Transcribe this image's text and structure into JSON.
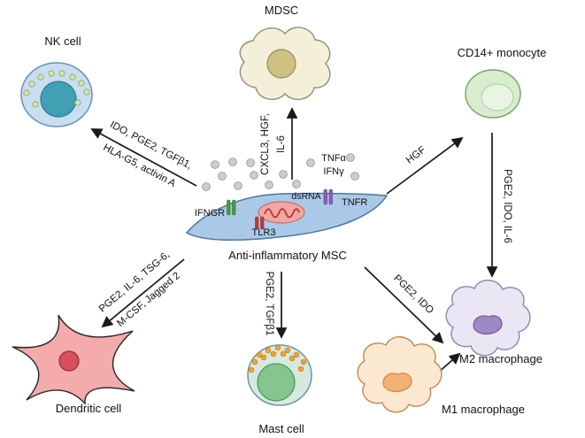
{
  "figure": {
    "cells": {
      "nk": "NK cell",
      "mdsc": "MDSC",
      "monocyte": "CD14+ monocyte",
      "msc": "Anti-inflammatory MSC",
      "dendritic": "Dendritic cell",
      "mast": "Mast cell",
      "m1": "M1 macrophage",
      "m2": "M2 macrophage"
    },
    "msc_detail": {
      "ifngr": "IFNGR",
      "tlr3": "TLR3",
      "tnfr": "TNFR",
      "dsrna": "dsRNA",
      "tnf_alpha": "TNFα",
      "ifn_gamma": "IFNγ"
    },
    "arrows": {
      "msc_to_nk_1": "IDO, PGE2, TGFβ1,",
      "msc_to_nk_2": "HLA-G5, activin A",
      "msc_to_mdsc_1": "CXCL3, HGF,",
      "msc_to_mdsc_2": "IL-6",
      "msc_to_monocyte": "HGF",
      "monocyte_to_m2": "PGE2, IDO, IL-6",
      "msc_to_dendritic_1": "PGE2, IL-6, TSG-6,",
      "msc_to_dendritic_2": "M-CSF, Jagged 2",
      "msc_to_mast": "PGE2, TGFβ1",
      "msc_to_m2": "PGE2, IDO"
    },
    "colors": {
      "arrow": "#1a1a1a",
      "nk_body": "#c9def0",
      "nk_nucleus": "#41a0b3",
      "nk_granule": "#d3e5a8",
      "mdsc_body": "#f4efd8",
      "mdsc_nucleus": "#cfc083",
      "monocyte_body": "#d8ecd0",
      "monocyte_inner": "#e9f4e3",
      "msc_body": "#aac9e8",
      "msc_nucleus": "#f2a6a0",
      "secreted_dot": "#ccccd4",
      "ifngr": "#4e9a47",
      "tlr3": "#c23b3b",
      "tnfr": "#8a5fb0",
      "dendritic_body": "#f3abab",
      "dendritic_nucleus": "#d94f5c",
      "mast_body": "#d6e9e0",
      "mast_nucleus": "#84c68c",
      "mast_granule": "#f5a42c",
      "m1_body": "#fbe8d1",
      "m1_nucleus": "#f2b173",
      "m2_body": "#eae6f4",
      "m2_nucleus": "#9d89c4"
    }
  }
}
